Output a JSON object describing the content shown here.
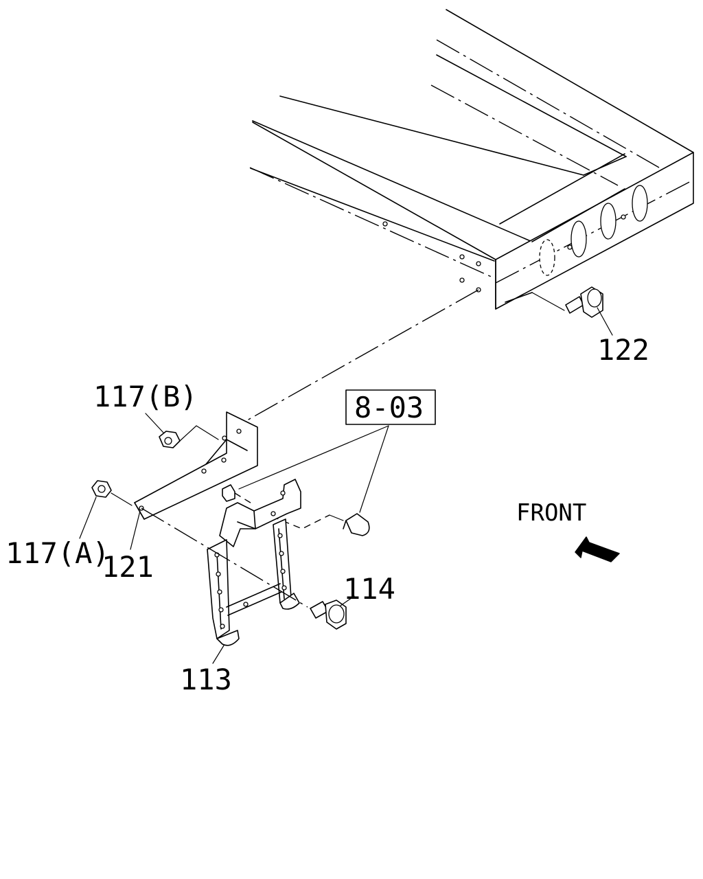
{
  "labels": {
    "part_122": "122",
    "part_117b": "117(B)",
    "part_117a": "117(A)",
    "part_121": "121",
    "part_114": "114",
    "part_113": "113",
    "ref_box": "8-03",
    "direction": "FRONT"
  },
  "colors": {
    "line": "#000000",
    "background": "#ffffff"
  },
  "icons": {
    "front_arrow": "arrow-up-left-icon"
  }
}
